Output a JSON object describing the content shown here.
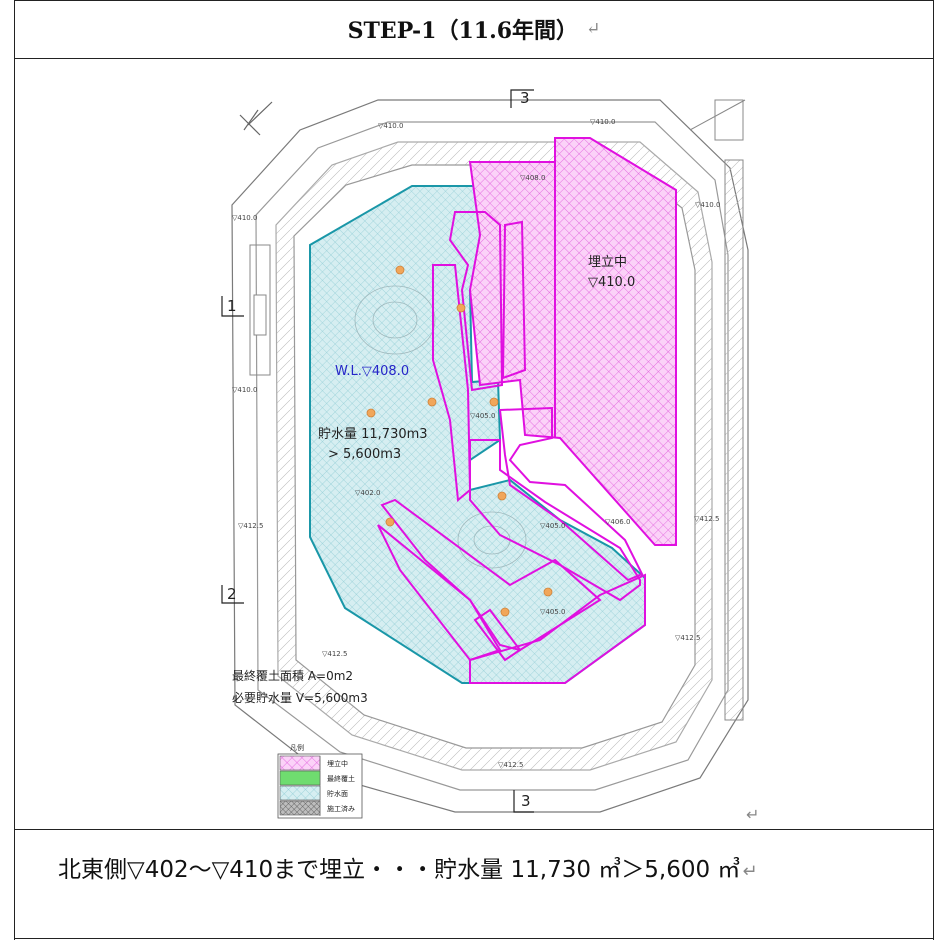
{
  "header": {
    "title": "STEP-1（11.6年間）",
    "return_mark": "↵"
  },
  "plan": {
    "section_labels": [
      "3",
      "3",
      "1",
      "2"
    ],
    "elevation_labels": [
      "▽410.0",
      "▽410.0",
      "▽410.0",
      "▽410.0",
      "▽410.0",
      "▽408.0",
      "▽405.0",
      "▽405.0",
      "▽405.0",
      "▽402.0",
      "▽412.5",
      "▽412.5",
      "▽412.5",
      "▽412.5",
      "▽412.5",
      "▽406.0"
    ],
    "filling_zone": {
      "title": "埋立中",
      "elevation": "▽410.0"
    },
    "water_level": "W.L.▽408.0",
    "storage": {
      "line1": "貯水量 11,730m3",
      "line2": "> 5,600m3"
    },
    "summary": {
      "line1": "最終覆土面積 A=0m2",
      "line2": "必要貯水量 V=5,600m3"
    },
    "legend": {
      "title": "凡例",
      "items": [
        {
          "label": "埋立中",
          "color": "#f3a6ef"
        },
        {
          "label": "最終覆土",
          "color": "#6fdc6f"
        },
        {
          "label": "貯水面",
          "color": "#a9dde3"
        },
        {
          "label": "施工済み",
          "color": "#707070"
        }
      ]
    },
    "colors": {
      "filling": "#e010e0",
      "water": "#1a97a8",
      "outline": "#6a6a6a"
    },
    "return_mark": "↵"
  },
  "footer": {
    "caption": "北東側▽402～▽410まで埋立・・・貯水量 11,730 ㎥＞5,600 ㎥",
    "return_mark": "↵"
  }
}
